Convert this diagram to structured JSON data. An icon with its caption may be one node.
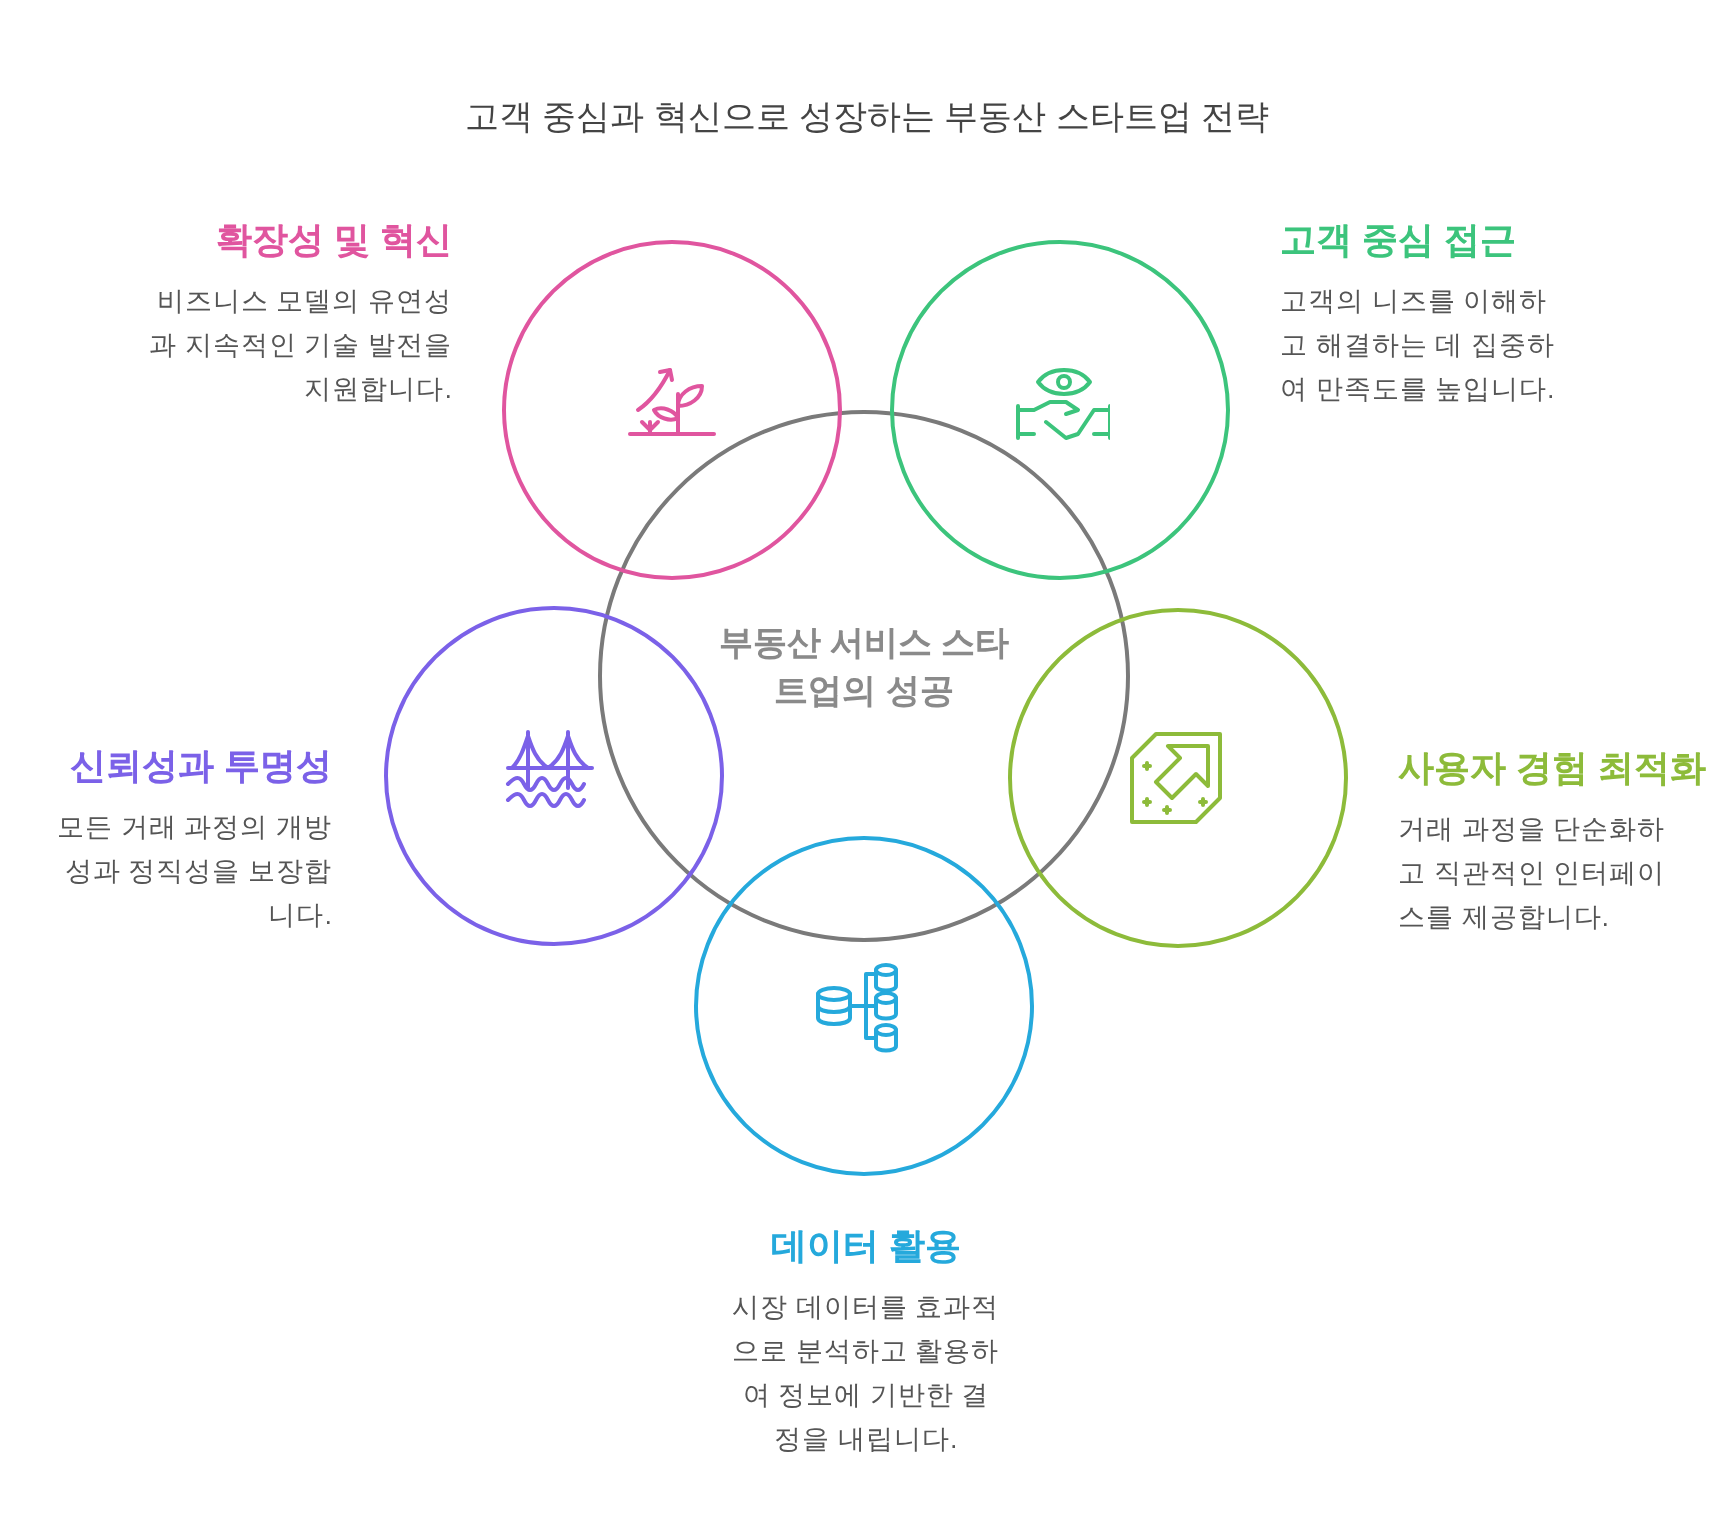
{
  "diagram": {
    "title": "고객 중심과 혁신으로 성장하는 부동산 스타트업 전략",
    "nodes": [
      {
        "text": [
          "부동산 서비스 스타트업의 성공"
        ]
      },
      {
        "text": [
          "확장성 및 혁신",
          "비즈니스 모델의 유연성과 지속적인 기술 발전을 지원합니다."
        ]
      },
      {
        "text": [
          "고객 중심 접근",
          "고객의 니즈를 이해하고 해결하는 데 집중하여 만족도를 높입니다."
        ]
      },
      {
        "text": [
          "신뢰성과 투명성",
          "모든 거래 과정의 개방성과 정직성을 보장합니다."
        ]
      },
      {
        "text": [
          "사용자 경험 최적화",
          "거래 과정을 단순화하고 직관적인 인터페이스를 제공합니다."
        ]
      },
      {
        "text": [
          "데이터 활용",
          "시장 데이터를 효과적으로 분석하고 활용하여 정보에 기반한 결정을 내립니다."
        ]
      }
    ]
  }
}
